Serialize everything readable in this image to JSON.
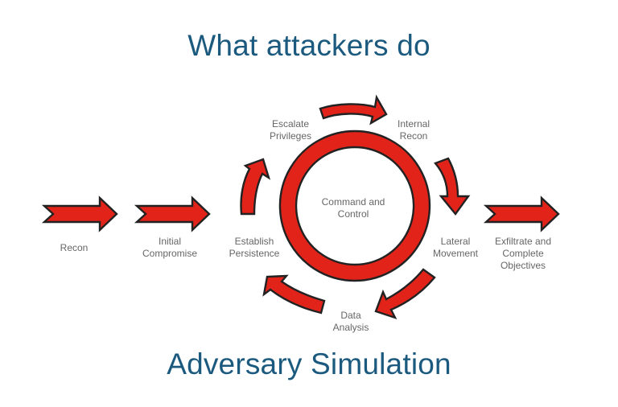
{
  "title": "What attackers do",
  "subtitle": "Adversary Simulation",
  "colors": {
    "title": "#1b5a7e",
    "arrow_fill": "#e2231a",
    "arrow_stroke": "#222222",
    "label_text": "#666666"
  },
  "center": {
    "line1": "Command and",
    "line2": "Control"
  },
  "stages": [
    {
      "id": "recon",
      "line1": "Recon",
      "line2": ""
    },
    {
      "id": "initial-compromise",
      "line1": "Initial",
      "line2": "Compromise"
    },
    {
      "id": "establish-persistence",
      "line1": "Establish",
      "line2": "Persistence"
    },
    {
      "id": "escalate-privileges",
      "line1": "Escalate",
      "line2": "Privileges"
    },
    {
      "id": "internal-recon",
      "line1": "Internal",
      "line2": "Recon"
    },
    {
      "id": "lateral-movement",
      "line1": "Lateral",
      "line2": "Movement"
    },
    {
      "id": "data-analysis",
      "line1": "Data",
      "line2": "Analysis"
    },
    {
      "id": "exfiltrate",
      "line1": "Exfiltrate and",
      "line2": "Complete",
      "line3": "Objectives"
    }
  ]
}
